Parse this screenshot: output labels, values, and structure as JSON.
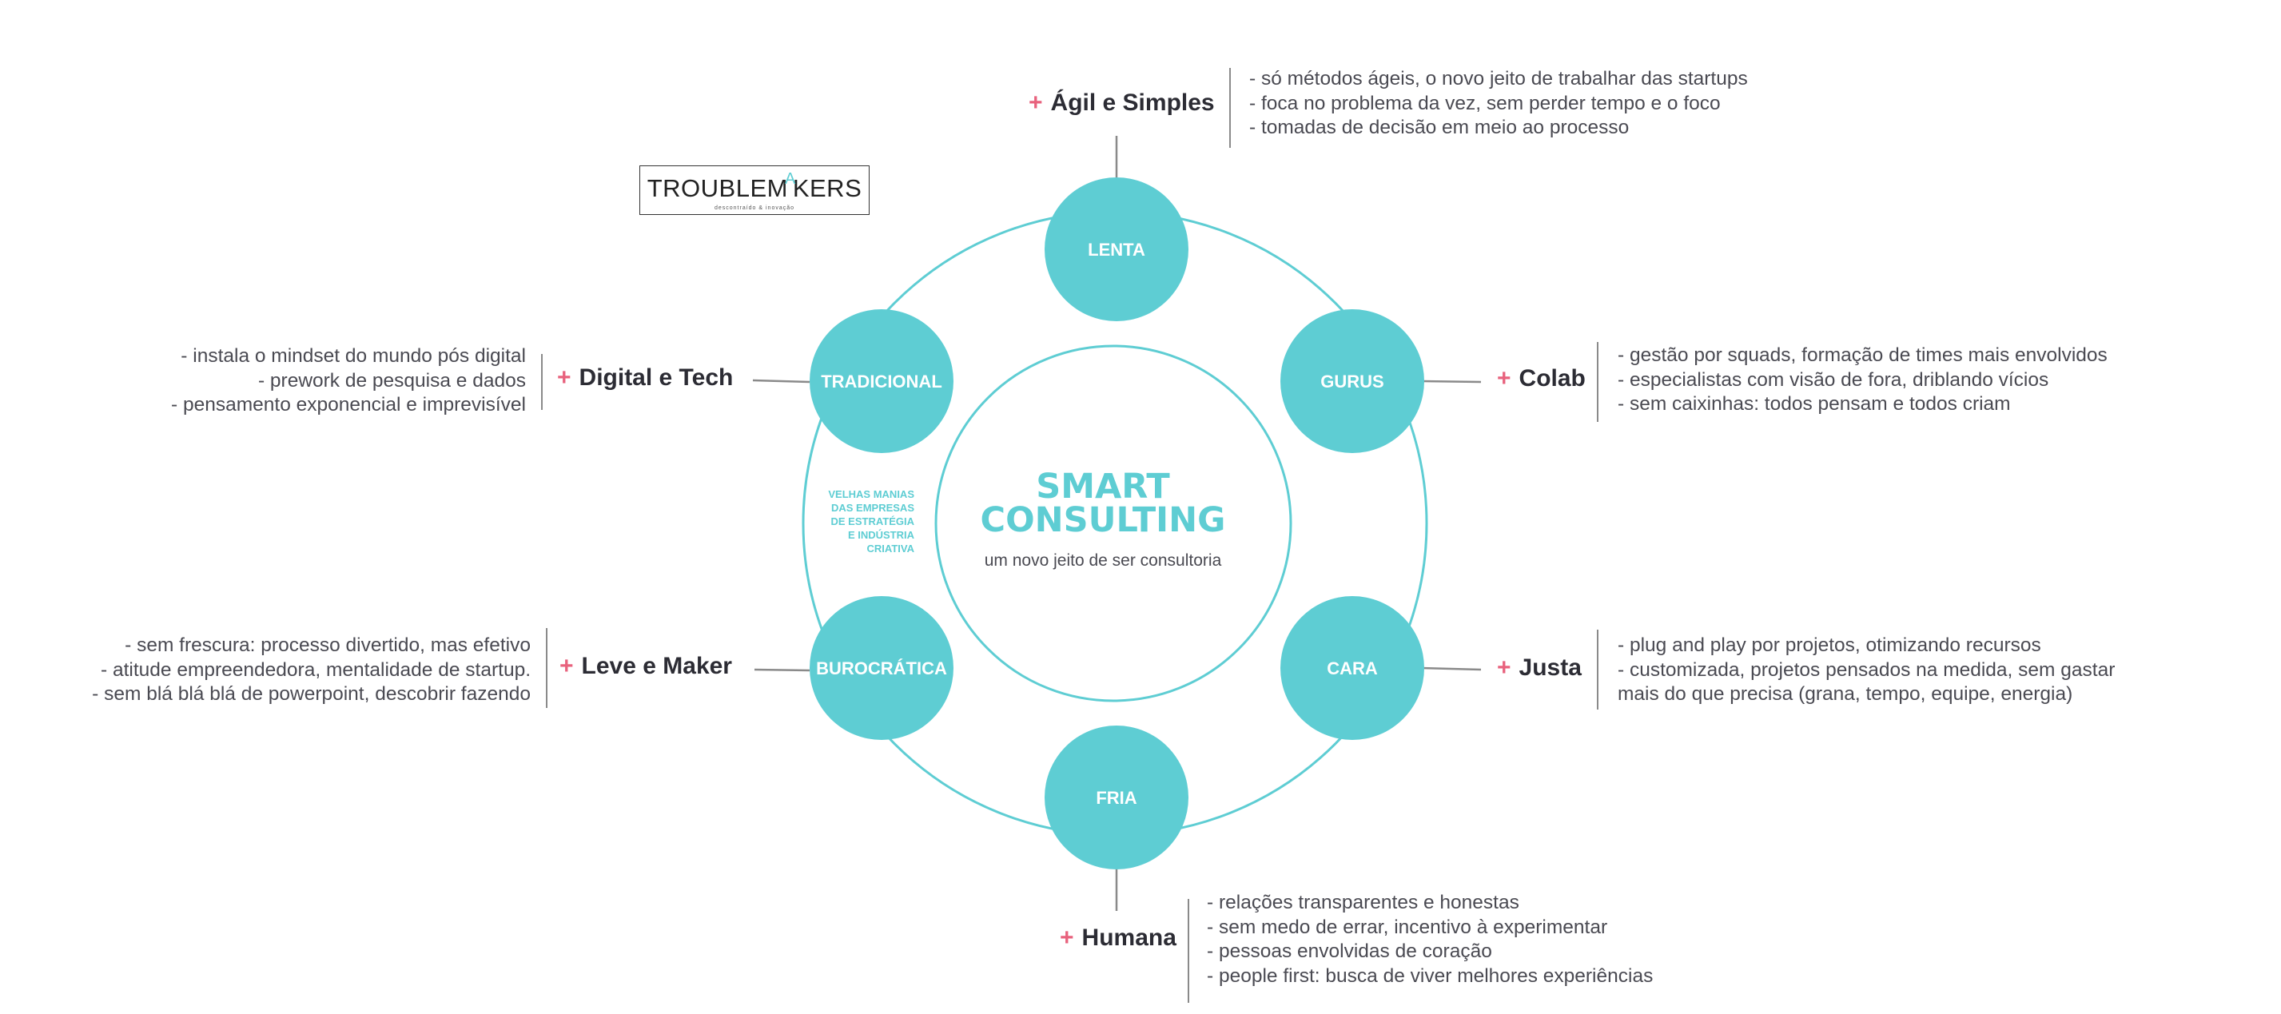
{
  "center": {
    "title_line1": "SMART",
    "title_line2": "CONSULTING",
    "subtitle": "um novo jeito de ser consultoria"
  },
  "side_note": [
    "VELHAS MANIAS",
    "DAS EMPRESAS",
    "DE ESTRATÉGIA",
    "E INDÚSTRIA",
    "CRIATIVA"
  ],
  "logo": {
    "text_before": "TROUBLEM",
    "text_accent": "A",
    "text_after": "KERS",
    "tagline": "descontraído & inovação"
  },
  "nodes": {
    "top": "LENTA",
    "top_right": "GURUS",
    "bottom_right": "CARA",
    "bottom": "FRIA",
    "bottom_left": "BUROCRÁTICA",
    "top_left": "TRADICIONAL"
  },
  "attributes": {
    "top": {
      "plus": "+",
      "label": "Ágil e Simples",
      "bullets": [
        "- só métodos ágeis, o novo jeito de trabalhar das startups",
        "- foca no problema da vez, sem perder tempo e o foco",
        "- tomadas de decisão em meio ao processo"
      ]
    },
    "top_right": {
      "plus": "+",
      "label": "Colab",
      "bullets": [
        "- gestão por squads, formação de times mais envolvidos",
        "- especialistas com visão de fora, driblando vícios",
        "- sem caixinhas: todos pensam e todos criam"
      ]
    },
    "bottom_right": {
      "plus": "+",
      "label": "Justa",
      "bullets": [
        "- plug and play por projetos, otimizando recursos",
        "- customizada, projetos pensados na medida, sem gastar",
        "mais do que precisa (grana, tempo, equipe, energia)"
      ]
    },
    "bottom": {
      "plus": "+",
      "label": "Humana",
      "bullets": [
        "- relações transparentes e honestas",
        "- sem medo de errar, incentivo à experimentar",
        "- pessoas envolvidas de coração",
        "- people first: busca de viver melhores experiências"
      ]
    },
    "bottom_left": {
      "plus": "+",
      "label": "Leve e Maker",
      "bullets": [
        "- sem frescura: processo divertido, mas efetivo",
        "- atitude empreendedora, mentalidade de startup.",
        "- sem blá blá blá de powerpoint,  descobrir fazendo"
      ]
    },
    "top_left": {
      "plus": "+",
      "label": "Digital e Tech",
      "bullets": [
        "- instala o mindset do mundo pós digital",
        "- prework de pesquisa e dados",
        "- pensamento exponencial e imprevisível"
      ]
    }
  },
  "colors": {
    "teal": "#5ecdd3",
    "plus_pink": "#e8627d",
    "text_dark": "#2c2c34",
    "text_body": "#4a4a52",
    "connector_gray": "#8a8a8a"
  }
}
